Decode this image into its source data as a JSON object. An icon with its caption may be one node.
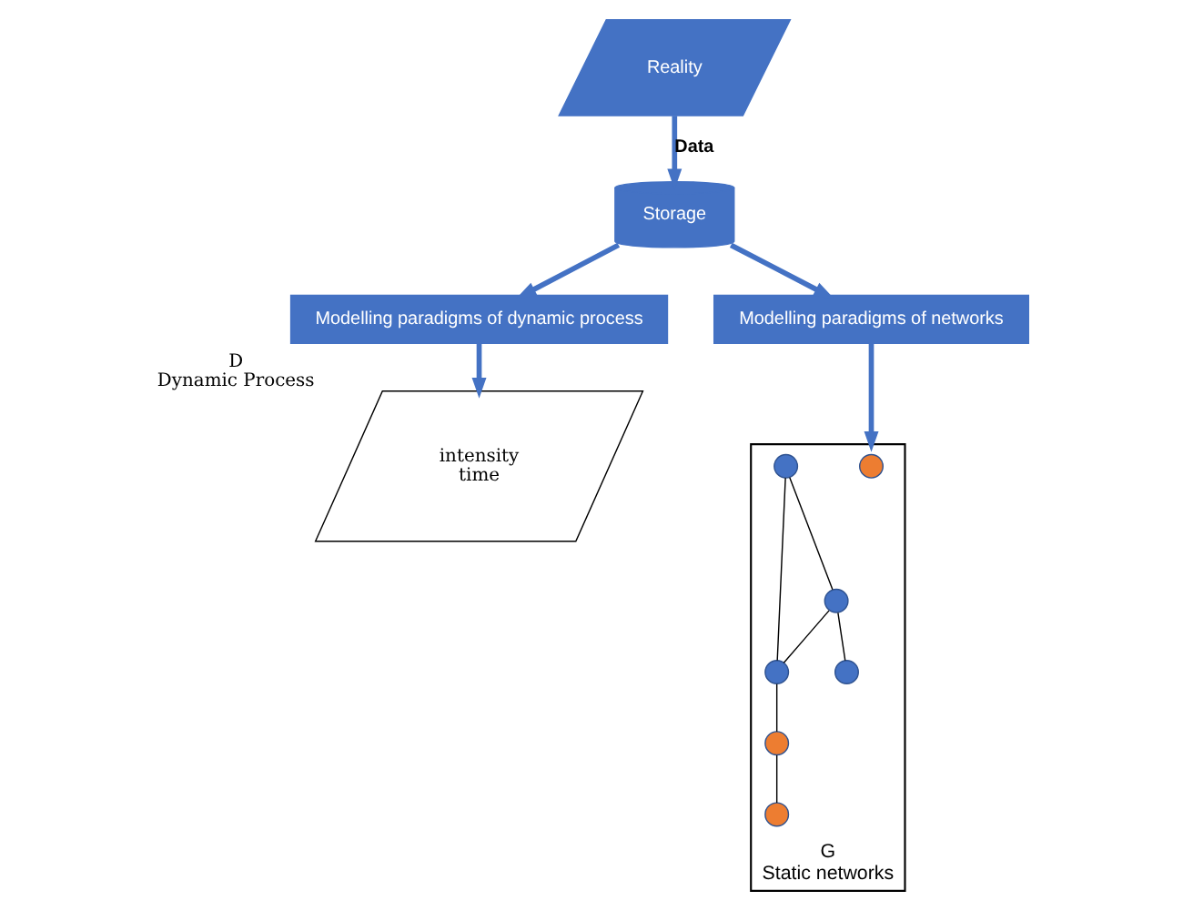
{
  "diagram": {
    "nodes": [
      {
        "text": [
          "Reality"
        ]
      },
      {
        "text": [
          "Storage"
        ]
      },
      {
        "text": [
          "Modelling paradigms of dynamic process"
        ]
      },
      {
        "text": [
          "Modelling paradigms of networks"
        ]
      },
      {
        "text": [
          "intensity",
          "time"
        ],
        "beside": [
          "D",
          "Dynamic Process"
        ]
      },
      {
        "text": [],
        "shape": "parallelogram",
        "beside": [
          "G",
          "Static networks"
        ]
      },
      {
        "text": [],
        "shape": "circle",
        "in": 5
      },
      {
        "text": [],
        "shape": "circle",
        "in": 5
      },
      {
        "text": [],
        "shape": "circle",
        "in": 5
      },
      {
        "text": [],
        "shape": "circle",
        "in": 5
      },
      {
        "text": [],
        "shape": "circle",
        "in": 5
      },
      {
        "text": [],
        "shape": "circle",
        "in": 5
      },
      {
        "text": [],
        "shape": "circle",
        "in": 5
      }
    ],
    "edges": [
      {
        "from": 0,
        "to": 1,
        "arrow": "to",
        "label": "Data",
        "style": "thick",
        "color": "#4472c4"
      },
      {
        "from": 1,
        "to": 2,
        "arrow": "to",
        "style": "thick",
        "color": "#4472c4"
      },
      {
        "from": 1,
        "to": 3,
        "arrow": "to",
        "style": "thick",
        "color": "#4472c4"
      },
      {
        "from": 2,
        "to": 4,
        "arrow": "to",
        "style": "thick",
        "color": "#4472c4"
      },
      {
        "from": 3,
        "to": 5,
        "arrow": "to",
        "style": "thick",
        "color": "#4472c4"
      },
      {
        "from": 8,
        "to": 10,
        "arrow": "none"
      },
      {
        "from": 8,
        "to": 7,
        "arrow": "none"
      },
      {
        "from": 10,
        "to": 7,
        "arrow": "none"
      },
      {
        "from": 10,
        "to": 9,
        "arrow": "none"
      },
      {
        "from": 7,
        "to": 11,
        "arrow": "none"
      },
      {
        "from": 11,
        "to": 12,
        "arrow": "none"
      }
    ]
  }
}
